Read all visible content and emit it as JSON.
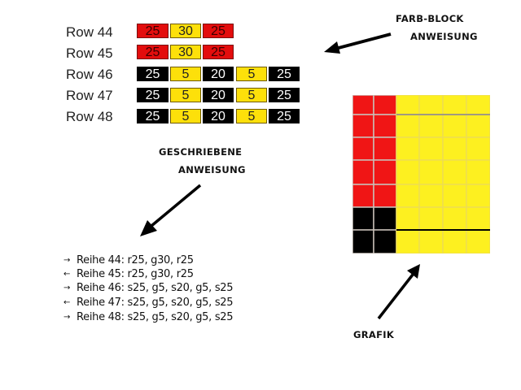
{
  "colors": {
    "r": "#e30d0d",
    "g": "#fde00a",
    "s": "#000000",
    "grid": "#c9b98a"
  },
  "color_blocks": [
    {
      "label": "Row 44",
      "blocks": [
        {
          "color": "r",
          "value": "25"
        },
        {
          "color": "g",
          "value": "30"
        },
        {
          "color": "r",
          "value": "25"
        }
      ]
    },
    {
      "label": "Row 45",
      "blocks": [
        {
          "color": "r",
          "value": "25"
        },
        {
          "color": "g",
          "value": "30"
        },
        {
          "color": "r",
          "value": "25"
        }
      ]
    },
    {
      "label": "Row 46",
      "blocks": [
        {
          "color": "s",
          "value": "25"
        },
        {
          "color": "g",
          "value": "5"
        },
        {
          "color": "s",
          "value": "20"
        },
        {
          "color": "g",
          "value": "5"
        },
        {
          "color": "s",
          "value": "25"
        }
      ]
    },
    {
      "label": "Row 47",
      "blocks": [
        {
          "color": "s",
          "value": "25"
        },
        {
          "color": "g",
          "value": "5"
        },
        {
          "color": "s",
          "value": "20"
        },
        {
          "color": "g",
          "value": "5"
        },
        {
          "color": "s",
          "value": "25"
        }
      ]
    },
    {
      "label": "Row 48",
      "blocks": [
        {
          "color": "s",
          "value": "25"
        },
        {
          "color": "g",
          "value": "5"
        },
        {
          "color": "s",
          "value": "20"
        },
        {
          "color": "g",
          "value": "5"
        },
        {
          "color": "s",
          "value": "25"
        }
      ]
    }
  ],
  "captions": {
    "farb_block_line1": "FARB-BLOCK",
    "farb_block_line2": "ANWEISUNG",
    "geschriebene_line1": "GESCHRIEBENE",
    "geschriebene_line2": "ANWEISUNG",
    "grafik": "GRAFIK"
  },
  "written_instructions": [
    {
      "direction": "right",
      "arrow": "→",
      "text": "Reihe 44: r25, g30, r25"
    },
    {
      "direction": "left",
      "arrow": "←",
      "text": "Reihe 45: r25, g30, r25"
    },
    {
      "direction": "right",
      "arrow": "→",
      "text": "Reihe 46: s25, g5, s20, g5, s25"
    },
    {
      "direction": "left",
      "arrow": "←",
      "text": "Reihe 47: s25, g5, s20, g5, s25"
    },
    {
      "direction": "right",
      "arrow": "→",
      "text": "Reihe 48: s25, g5, s20, g5, s25"
    }
  ],
  "graphic": {
    "columns": 6,
    "rows": 7,
    "cells": [
      [
        "r",
        "r",
        "g",
        "g",
        "g",
        "g"
      ],
      [
        "r",
        "r",
        "g",
        "g",
        "g",
        "g"
      ],
      [
        "r",
        "r",
        "g",
        "g",
        "g",
        "g"
      ],
      [
        "r",
        "r",
        "g",
        "g",
        "g",
        "g"
      ],
      [
        "r",
        "r",
        "g",
        "g",
        "g",
        "g"
      ],
      [
        "s",
        "s",
        "g",
        "g",
        "g",
        "g"
      ],
      [
        "s",
        "s",
        "g",
        "g",
        "g",
        "g"
      ]
    ]
  }
}
